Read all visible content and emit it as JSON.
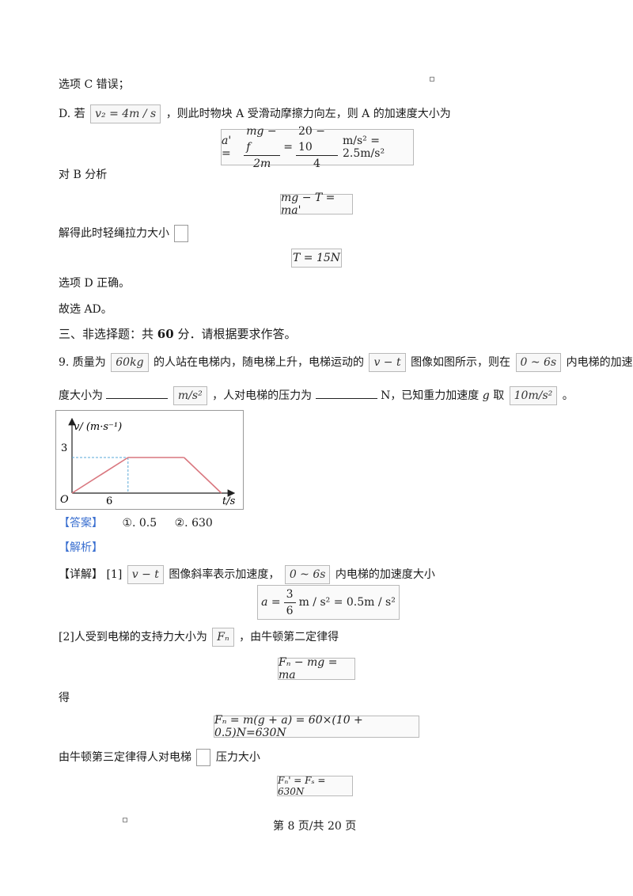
{
  "lines": {
    "option_c": "选项 C 错误；",
    "option_d_pre": "D. 若",
    "option_d_cond": "v₂ = 4m / s",
    "option_d_post": "，则此时物块 A 受滑动摩擦力向左，则 A 的加速度大小为",
    "analyze_b": "对 B 分析",
    "solve_tension": "解得此时轻绳拉力大小",
    "option_d_correct": "选项 D 正确。",
    "choose_ad": "故选 AD。"
  },
  "formulas": {
    "accel_lhs": "a' =",
    "accel_num1": "mg − f",
    "accel_den1": "2m",
    "accel_eq": "=",
    "accel_num2": "20 − 10",
    "accel_den2": "4",
    "accel_rhs": "m/s² = 2.5m/s²",
    "b_eq": "mg − T = ma'",
    "tension": "T = 15N",
    "a_lhs": "a =",
    "a_num": "3",
    "a_den": "6",
    "a_rhs": "m / s² = 0.5m / s²",
    "newton2": "Fₙ − mg = ma",
    "fn_value": "Fₙ = m(g + a) = 60×(10 + 0.5)N=630N",
    "fn_third": "Fₙ' = Fₛ = 630N"
  },
  "section": {
    "heading_pre": "三、非选择题：共",
    "heading_num": "60",
    "heading_post": "分．请根据要求作答。"
  },
  "question9": {
    "line1_a": "9. 质量为",
    "mass": "60kg",
    "line1_b": "的人站在电梯内，随电梯上升，电梯运动的",
    "vt": "v − t",
    "line1_c": "图像如图所示，则在",
    "interval": "0 ~ 6s",
    "line1_d": "内电梯的加速",
    "line2_a": "度大小为",
    "unit_ms2": "m/s²",
    "line2_b": "，人对电梯的压力为",
    "line2_c": "N，已知重力加速度",
    "g_sym": "g",
    "line2_d": "取",
    "g_val": "10m/s²",
    "line2_e": "。"
  },
  "graph": {
    "y_axis_label": "v/ (m·s⁻¹)",
    "x_axis_label": "t/s",
    "origin": "O",
    "y_tick": "3",
    "x_tick": "6"
  },
  "answer": {
    "label": "【答案】",
    "a1": "①. 0.5",
    "a2": "②. 630"
  },
  "analysis": {
    "label": "【解析】",
    "detail_label": "【详解】",
    "p1_a": "[1]",
    "p1_vt": "v − t",
    "p1_b": "图像斜率表示加速度，",
    "p1_interval": "0 ~ 6s",
    "p1_c": "内电梯的加速度大小",
    "p2_a": "[2]人受到电梯的支持力大小为",
    "p2_fn": "Fₙ",
    "p2_b": "，由牛顿第二定律得",
    "de": "得",
    "p3_a": "由牛顿第三定律得人对电梯",
    "p3_b": "压力大小"
  },
  "footer": {
    "page": "第 8 页/共 20 页"
  },
  "chart_data": {
    "type": "line",
    "x": [
      0,
      6,
      12,
      16
    ],
    "series": [
      {
        "values": [
          0,
          3,
          3,
          0
        ]
      }
    ],
    "xlabel": "t/s",
    "ylabel": "v/ (m·s⁻¹)",
    "x_ticks": [
      "6"
    ],
    "y_ticks": [
      "3"
    ],
    "colors": {
      "line": "#d9777f",
      "guide": "#5aa8d8"
    }
  }
}
